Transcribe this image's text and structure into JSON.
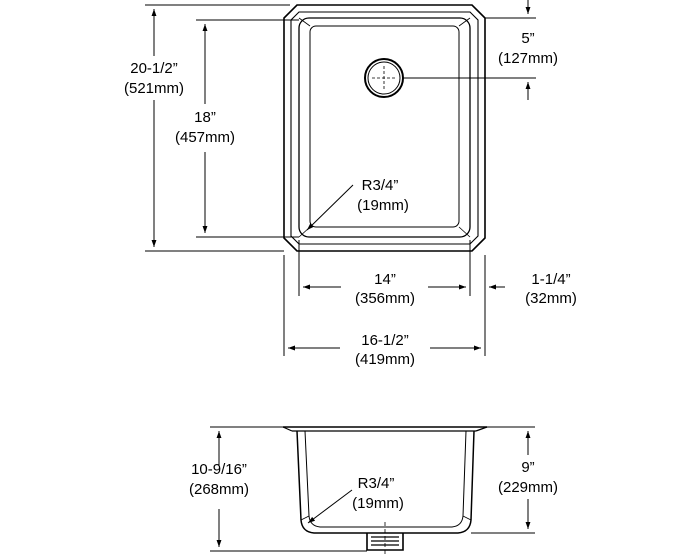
{
  "top_view": {
    "overall_length": {
      "imperial": "20-1/2”",
      "metric": "(521mm)"
    },
    "bowl_length": {
      "imperial": "18”",
      "metric": "(457mm)"
    },
    "drain_offset": {
      "imperial": "5”",
      "metric": "(127mm)"
    },
    "corner_radius": {
      "imperial": "R3/4”",
      "metric": "(19mm)"
    },
    "bowl_width": {
      "imperial": "14”",
      "metric": "(356mm)"
    },
    "rim_width": {
      "imperial": "1-1/4”",
      "metric": "(32mm)"
    },
    "overall_width": {
      "imperial": "16-1/2”",
      "metric": "(419mm)"
    }
  },
  "side_view": {
    "overall_depth": {
      "imperial": "10-9/16”",
      "metric": "(268mm)"
    },
    "bowl_depth": {
      "imperial": "9”",
      "metric": "(229mm)"
    },
    "corner_radius": {
      "imperial": "R3/4”",
      "metric": "(19mm)"
    }
  }
}
